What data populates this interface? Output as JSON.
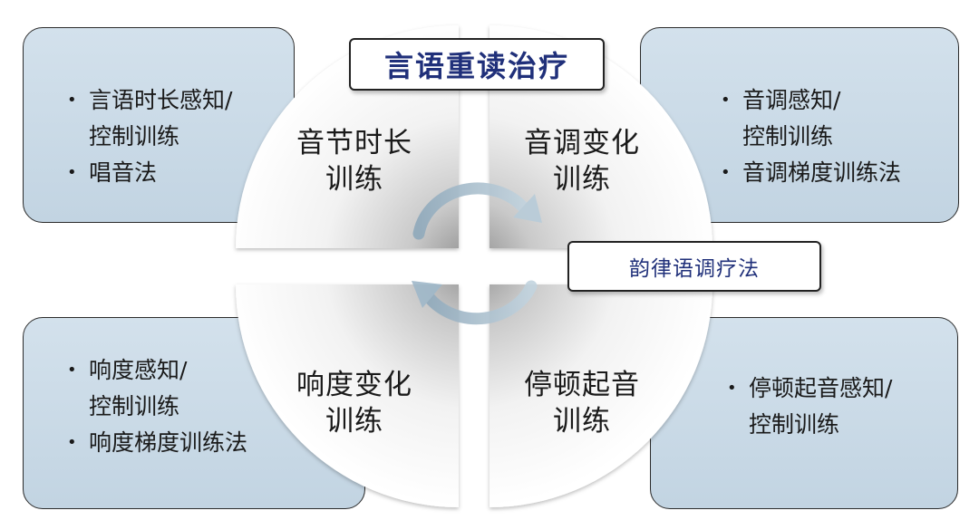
{
  "title": "言语重读治疗",
  "center_label": "韵律语调疗法",
  "quadrants": {
    "top_left": "音节时长\n训练",
    "top_right": "音调变化\n训练",
    "bottom_left": "响度变化\n训练",
    "bottom_right": "停顿起音\n训练"
  },
  "boxes": {
    "top_left": {
      "items": [
        "言语时长感知/\n控制训练",
        "唱音法"
      ]
    },
    "top_right": {
      "items": [
        "音调感知/\n控制训练",
        "音调梯度训练法"
      ]
    },
    "bottom_left": {
      "items": [
        "响度感知/\n控制训练",
        "响度梯度训练法"
      ]
    },
    "bottom_right": {
      "items": [
        "停顿起音感知/\n控制训练"
      ]
    }
  },
  "colors": {
    "box_fill": "#c8d9e6",
    "title_text": "#20307a",
    "arrow": "#9fb8c9"
  }
}
